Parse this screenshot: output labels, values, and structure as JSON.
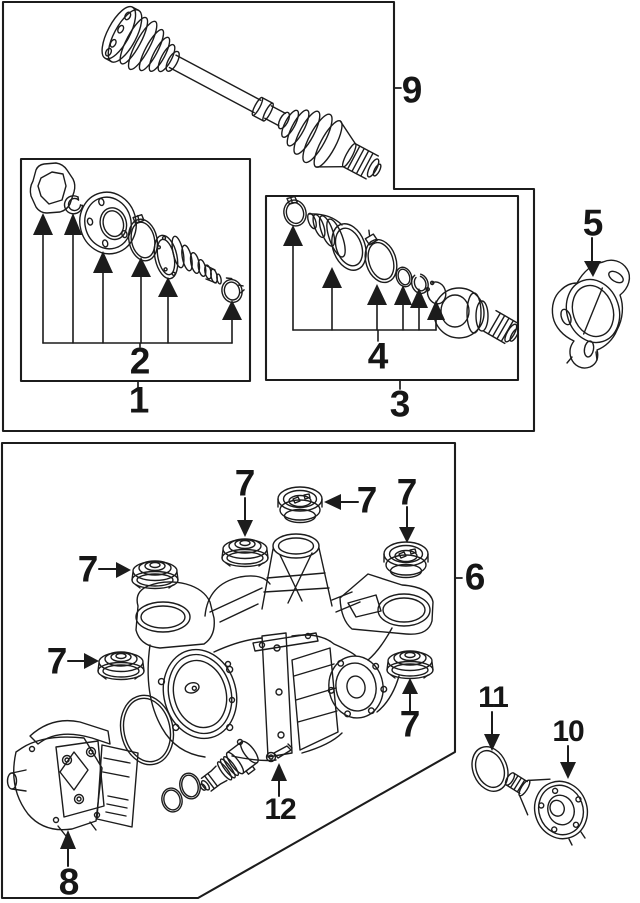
{
  "diagram": {
    "background_color": "#ffffff",
    "line_color": "#1c1c1c",
    "callouts": {
      "n1": "1",
      "n2": "2",
      "n3": "3",
      "n4": "4",
      "n5": "5",
      "n6": "6",
      "n7": "7",
      "n8": "8",
      "n9": "9",
      "n10": "10",
      "n11": "11",
      "n12": "12"
    },
    "parts": [
      {
        "callout": "9",
        "part": "drive-axle-shaft-assembly"
      },
      {
        "callout": "1",
        "part": "inner-cv-joint-kit-group"
      },
      {
        "callout": "2",
        "part": "inner-cv-joint-components"
      },
      {
        "callout": "3",
        "part": "outer-cv-joint-kit-group"
      },
      {
        "callout": "4",
        "part": "outer-cv-boot-components"
      },
      {
        "callout": "5",
        "part": "mounting-flange"
      },
      {
        "callout": "6",
        "part": "rear-differential-assembly"
      },
      {
        "callout": "7",
        "part": "differential-mount-bushing"
      },
      {
        "callout": "8",
        "part": "differential-pump-module"
      },
      {
        "callout": "10",
        "part": "output-flange"
      },
      {
        "callout": "11",
        "part": "flange-seal-ring"
      },
      {
        "callout": "12",
        "part": "vent-fitting-bolt"
      }
    ]
  }
}
